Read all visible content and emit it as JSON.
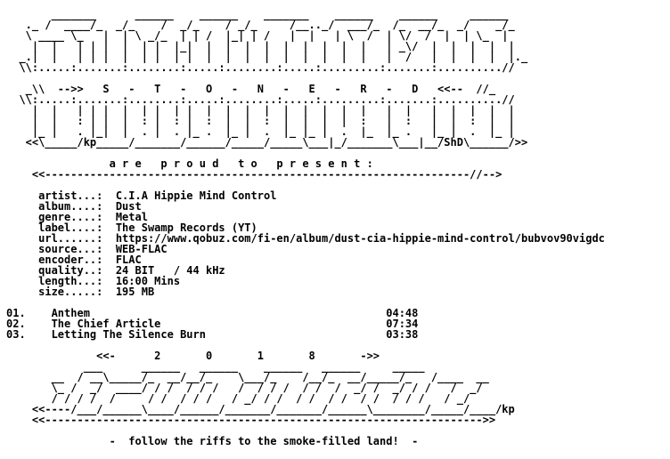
{
  "colors": {
    "background": "#ffffff",
    "text": "#000000"
  },
  "lines": [
    "       _______      ______    ______    _______    ______    ______     ______",
    "   ._ /  ____/_  _/_    /  _/_    / _/_     /__.._/  ___/_  /_  __/_  _/    _/_",
    "   \\ ____ \\_   |  | \\ _/_  | | /  |_| | /   |  |   | \\  /  | \\/  /  |  | \\_  |",
    "    |  |   | | |  |  | |  |_|  |  |  |  |  |  |  |  |  |   | _\\/  |  |  |  |  |",
    "  _.|  |   | | |  |  | |  | |  |  |  |  |  |  |  |  |  |   |  /   |  |  |  |  |._",
    "  \\\\:.....:.......:........:.....:........:.....:.........:.......:..........//",
    "",
    "   _\\\\  -->>   S   -   T   -   O   -   N   -   E   -   R   -   D   <<--  //_",
    "  \\\\:.....:.......:........:.....:........:.....:.........:.......:..........//",
    "    |  |   | | |  |  | |  | |  |  |  |  |  |  |  |  |  |   |  |   |  |  |  |  |",
    "    |  |   : | |  |  : |  : |  :  |  |  :  |  |  |  |  :   |  :   |  |  :  |  |",
    "    |_ |   . |_|  |  . |  . |_ .  |_ |  .  |_ |_ |  .  |_  |_ .   |_ |  .  |_ |",
    "   <<\\_____/kp_____/_______/______/_____/_____\\___|_/_______\\___|__/ShD\\______/>>",
    "",
    "                a r e   p r o u d   t o   p r e s e n t :",
    "    <<------------------------------------------------------------------//-->",
    "",
    "     artist...:  C.I.A Hippie Mind Control",
    "     album....:  Dust",
    "     genre....:  Metal",
    "     label....:  The Swamp Records (YT)",
    "     url......:  https://www.qobuz.com/fi-en/album/dust-cia-hippie-mind-control/bubvov90vigdc",
    "     source...:  WEB-FLAC",
    "     encoder..:  FLAC",
    "     quality..:  24 BIT   / 44 kHz",
    "     length...:  16:00 Mins",
    "     size.....:  195 MB",
    "",
    "01.    Anthem                                              04:48",
    "02.    The Chief Article                                   07:34",
    "03.    Letting The Silence Burn                            03:38",
    "",
    "              <<-      2       0       1       8       ->>",
    "            ___      ______   ______    ______   ______     _____",
    "       __  / __\\_____/_  __/__/_    \\___/_    /__/_  __/_____/_   /____  __",
    "       \\_ /  _/  ____/ / /  / / /   /  / / /  / /  /  _/ /  _/ / /   /  _/",
    "       / / / /  /     / /  / / /   / _/ / /  / /  / /  / /  / / /   / _/",
    "    <<----/___/______\\____/______/_______/_______/______\\________/_____/____/kp",
    "    <<-------------------------------------------------------------------->>",
    "",
    "                -  follow the riffs to the smoke-filled land!  -"
  ]
}
